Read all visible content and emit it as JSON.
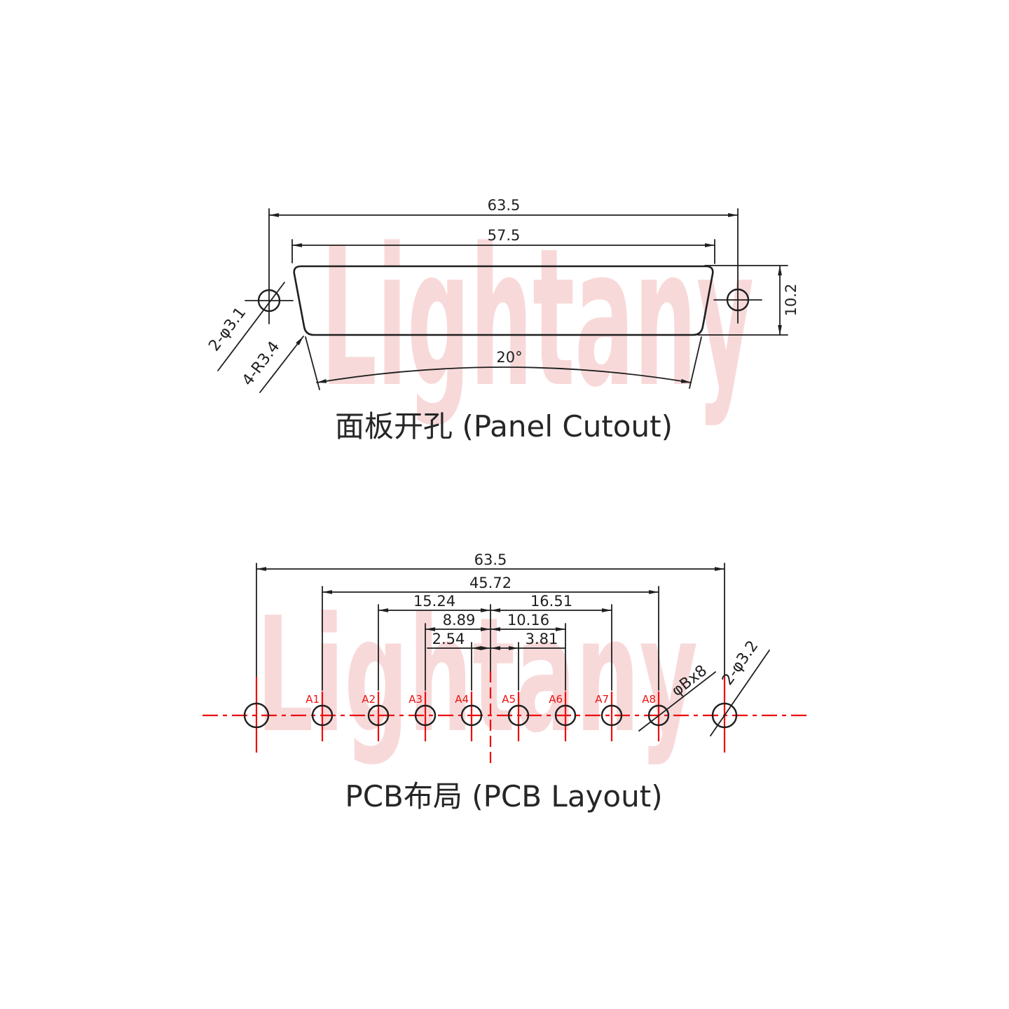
{
  "watermark": {
    "text": "Lightany",
    "color": "#f8d9d9"
  },
  "colors": {
    "drawing_lines": "#1f1f1f",
    "centerlines": "#ee0e0e",
    "background": "#ffffff"
  },
  "panel_cutout": {
    "title": "面板开孔 (Panel Cutout)",
    "dim_outer_width": "63.5",
    "dim_slot_width": "57.5",
    "dim_slot_height": "10.2",
    "dim_draft_angle": "20°",
    "label_screw_holes": "2-φ3.1",
    "label_corner_radius": "4-R3.4"
  },
  "pcb_layout": {
    "title": "PCB布局 (PCB Layout)",
    "dim_mount_span": "63.5",
    "dim_pin_span": "45.72",
    "dim_a2_to_center": "15.24",
    "dim_center_to_a7": "16.51",
    "dim_a3_to_center": "8.89",
    "dim_center_to_a6": "10.16",
    "dim_a4_to_center": "2.54",
    "dim_center_to_a5": "3.81",
    "label_pin_holes": "φBx8",
    "label_mount_holes": "2-φ3.2",
    "pin_labels": [
      "A1",
      "A2",
      "A3",
      "A4",
      "A5",
      "A6",
      "A7",
      "A8"
    ]
  }
}
